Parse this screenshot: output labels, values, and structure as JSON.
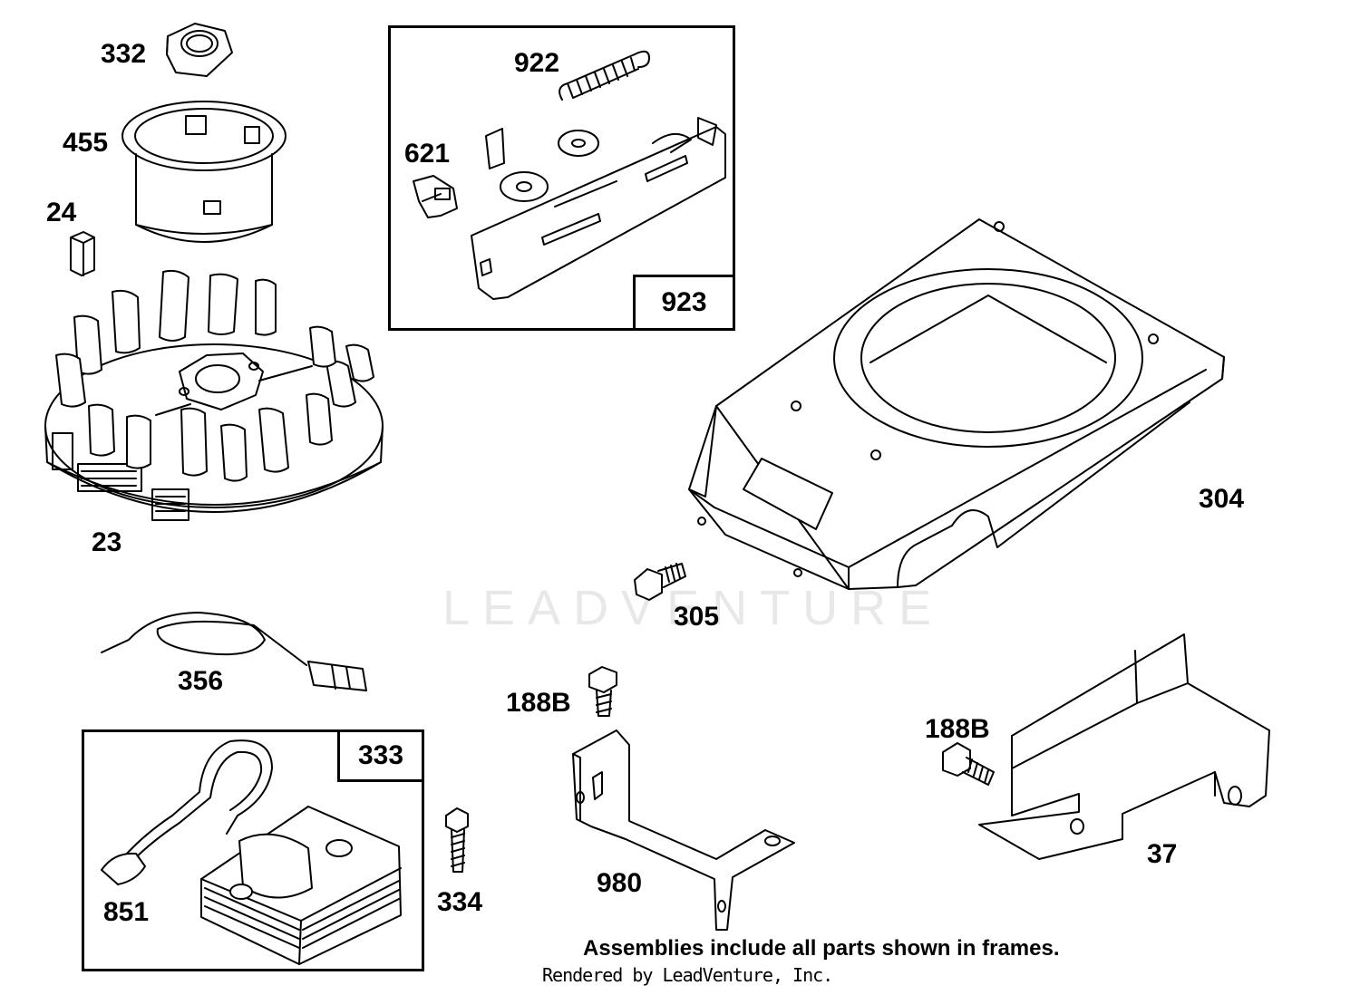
{
  "watermark": "LEADVENTURE",
  "parts": {
    "p332": "332",
    "p455": "455",
    "p24": "24",
    "p23": "23",
    "p922": "922",
    "p621": "621",
    "p304": "304",
    "p305": "305",
    "p356": "356",
    "p188b_a": "188B",
    "p188b_b": "188B",
    "p37": "37",
    "p980": "980",
    "p334": "334",
    "p851": "851"
  },
  "assemblies": {
    "a923": "923",
    "a333": "333"
  },
  "note": "Assemblies include all parts shown in frames.",
  "credit": "Rendered by LeadVenture, Inc."
}
